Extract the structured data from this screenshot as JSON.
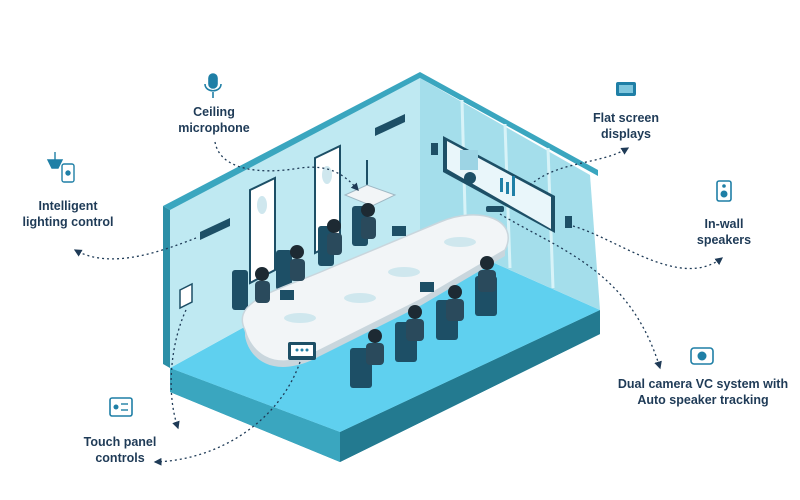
{
  "labels": {
    "ceiling_microphone": [
      "Ceiling",
      "microphone"
    ],
    "flat_screen_displays": [
      "Flat screen",
      "displays"
    ],
    "intelligent_lighting_control": [
      "Intelligent",
      "lighting control"
    ],
    "in_wall_speakers": [
      "In-wall",
      "speakers"
    ],
    "dual_camera_vc_system": [
      "Dual camera VC system with",
      "Auto speaker tracking"
    ],
    "touch_panel_controls": [
      "Touch panel",
      "controls"
    ]
  },
  "colors": {
    "text": "#1f3b57",
    "icon": "#1f7fa6",
    "floor": "#5fd0ef",
    "wall_back": "#bfe9f2",
    "wall_right": "#8ed6e6",
    "base": "#2c8fa7",
    "table": "#f2f5f7",
    "chair": "#1d4f66",
    "dotted_line": "#1f3b57"
  },
  "icons": [
    "microphone-icon",
    "lighting-icon",
    "display-icon",
    "speaker-icon",
    "camera-icon",
    "touch-panel-icon"
  ]
}
